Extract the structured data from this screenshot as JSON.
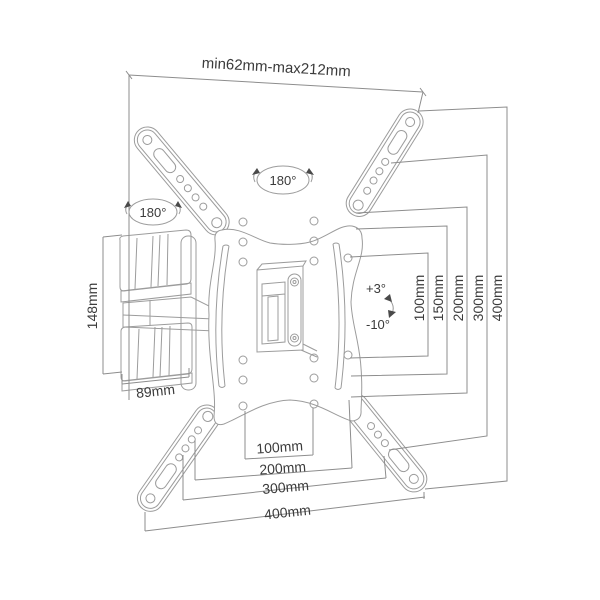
{
  "page": {
    "background": "#ffffff"
  },
  "colors": {
    "model_line": "#9c9c9c",
    "dimension_line": "#8d8d8d",
    "text": "#3b3b3b"
  },
  "diagram": {
    "type": "tv-wall-mount-dimension-drawing",
    "labels": {
      "extension_range": "min62mm-max212mm",
      "swivel_side": "180°",
      "swivel_front": "180°",
      "bracket_height": "148mm",
      "bracket_depth": "89mm",
      "tilt_up": "+3°",
      "tilt_down": "-10°"
    },
    "vesa_vertical": [
      "100mm",
      "150mm",
      "200mm",
      "300mm",
      "400mm"
    ],
    "vesa_horizontal": [
      "100mm",
      "200mm",
      "300mm",
      "400mm"
    ]
  }
}
